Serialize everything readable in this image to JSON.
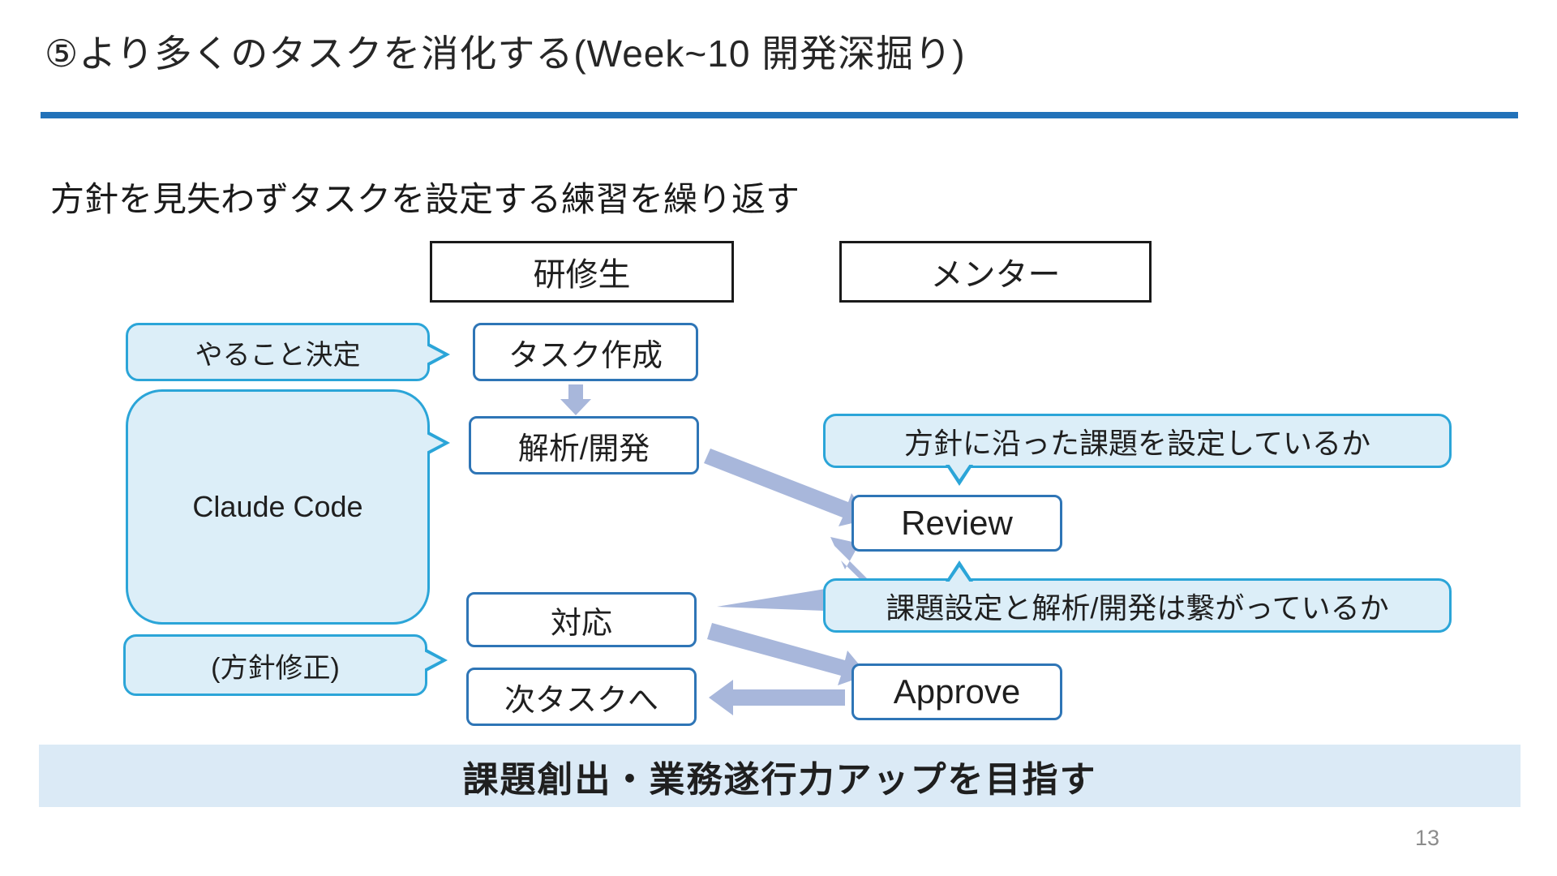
{
  "slide": {
    "title": "⑤より多くのタスクを消化する(Week~10 開発深掘り)",
    "subtitle": "方針を見失わずタスクを設定する練習を繰り返す",
    "banner": "課題創出・業務遂行力アップを目指す",
    "page_number": "13"
  },
  "diagram": {
    "lanes": {
      "trainee": "研修生",
      "mentor": "メンター"
    },
    "trainee_steps": {
      "create_task": "タスク作成",
      "analyze_develop": "解析/開発",
      "respond": "対応",
      "next_task": "次タスクへ"
    },
    "mentor_steps": {
      "review": "Review",
      "approve": "Approve"
    },
    "callouts": {
      "decide": "やること決定",
      "claude_code": "Claude Code",
      "policy_fix": "(方針修正)",
      "aligned_question": "方針に沿った課題を設定しているか",
      "connected_question": "課題設定と解析/開発は繋がっているか"
    },
    "arrows": [
      {
        "name": "arrow-task-to-analysis",
        "from": "タスク作成",
        "to": "解析/開発"
      },
      {
        "name": "arrow-analysis-to-review",
        "from": "解析/開発",
        "to": "Review"
      },
      {
        "name": "arrow-review-respond-bidirectional",
        "from": "Review",
        "to": "対応"
      },
      {
        "name": "arrow-respond-to-approve",
        "from": "対応",
        "to": "Approve"
      },
      {
        "name": "arrow-approve-to-next",
        "from": "Approve",
        "to": "次タスクへ"
      }
    ]
  },
  "colors": {
    "accent_line": "#2272B9",
    "process_border": "#2E75B6",
    "lane_border": "#1a1a1a",
    "bubble_border": "#2BA5D8",
    "bubble_fill": "#DCEEF8",
    "arrow": "#A8B7DB",
    "banner_fill": "#DBEAF6"
  }
}
